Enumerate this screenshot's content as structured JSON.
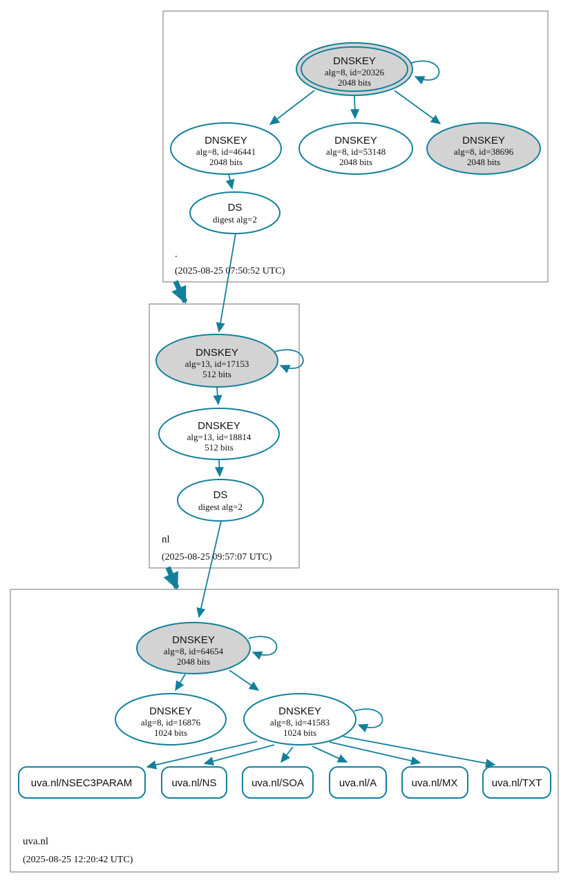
{
  "colors": {
    "edge": "#12809b",
    "node_fill": "#d3d3d3",
    "zone_border": "#9a9a9a"
  },
  "zones": {
    "root": {
      "name": ".",
      "timestamp": "(2025-08-25 07:50:52 UTC)",
      "nodes": {
        "ksk": {
          "label": "DNSKEY",
          "detail": "alg=8, id=20326",
          "bits": "2048 bits"
        },
        "zsk1": {
          "label": "DNSKEY",
          "detail": "alg=8, id=46441",
          "bits": "2048 bits"
        },
        "zsk2": {
          "label": "DNSKEY",
          "detail": "alg=8, id=53148",
          "bits": "2048 bits"
        },
        "zsk3": {
          "label": "DNSKEY",
          "detail": "alg=8, id=38696",
          "bits": "2048 bits"
        },
        "ds": {
          "label": "DS",
          "detail": "digest alg=2"
        }
      }
    },
    "nl": {
      "name": "nl",
      "timestamp": "(2025-08-25 09:57:07 UTC)",
      "nodes": {
        "ksk": {
          "label": "DNSKEY",
          "detail": "alg=13, id=17153",
          "bits": "512 bits"
        },
        "zsk": {
          "label": "DNSKEY",
          "detail": "alg=13, id=18814",
          "bits": "512 bits"
        },
        "ds": {
          "label": "DS",
          "detail": "digest alg=2"
        }
      }
    },
    "uva": {
      "name": "uva.nl",
      "timestamp": "(2025-08-25 12:20:42 UTC)",
      "nodes": {
        "ksk": {
          "label": "DNSKEY",
          "detail": "alg=8, id=64654",
          "bits": "2048 bits"
        },
        "zsk1": {
          "label": "DNSKEY",
          "detail": "alg=8, id=16876",
          "bits": "1024 bits"
        },
        "zsk2": {
          "label": "DNSKEY",
          "detail": "alg=8, id=41583",
          "bits": "1024 bits"
        },
        "rrsets": [
          "uva.nl/NSEC3PARAM",
          "uva.nl/NS",
          "uva.nl/SOA",
          "uva.nl/A",
          "uva.nl/MX",
          "uva.nl/TXT"
        ]
      }
    }
  }
}
